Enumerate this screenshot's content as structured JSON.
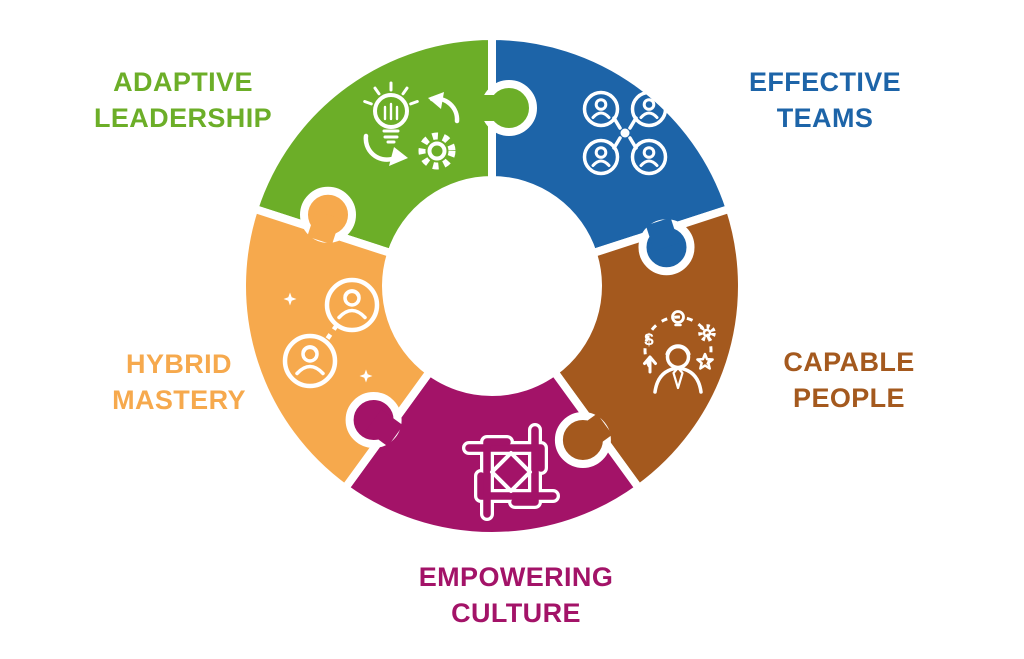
{
  "canvas": {
    "background": "#ffffff"
  },
  "diagram": {
    "type": "circular-puzzle",
    "segments": [
      {
        "id": "adaptive-leadership",
        "label": "ADAPTIVE\nLEADERSHIP",
        "color": "#6CAE28",
        "icon": "lightbulb-gear-cycle-icon",
        "position": "top-left"
      },
      {
        "id": "effective-teams",
        "label": "EFFECTIVE\nTEAMS",
        "color": "#1D64A8",
        "icon": "people-network-icon",
        "position": "top-right"
      },
      {
        "id": "capable-people",
        "label": "CAPABLE\nPEOPLE",
        "color": "#A4591E",
        "icon": "person-skills-icon",
        "position": "right"
      },
      {
        "id": "empowering-culture",
        "label": "EMPOWERING\nCULTURE",
        "color": "#A31368",
        "icon": "interlocked-hands-icon",
        "position": "bottom"
      },
      {
        "id": "hybrid-mastery",
        "label": "HYBRID\nMASTERY",
        "color": "#F6A94D",
        "icon": "linked-people-icon",
        "position": "left"
      }
    ],
    "glyphs": {
      "dollar": "$"
    }
  }
}
